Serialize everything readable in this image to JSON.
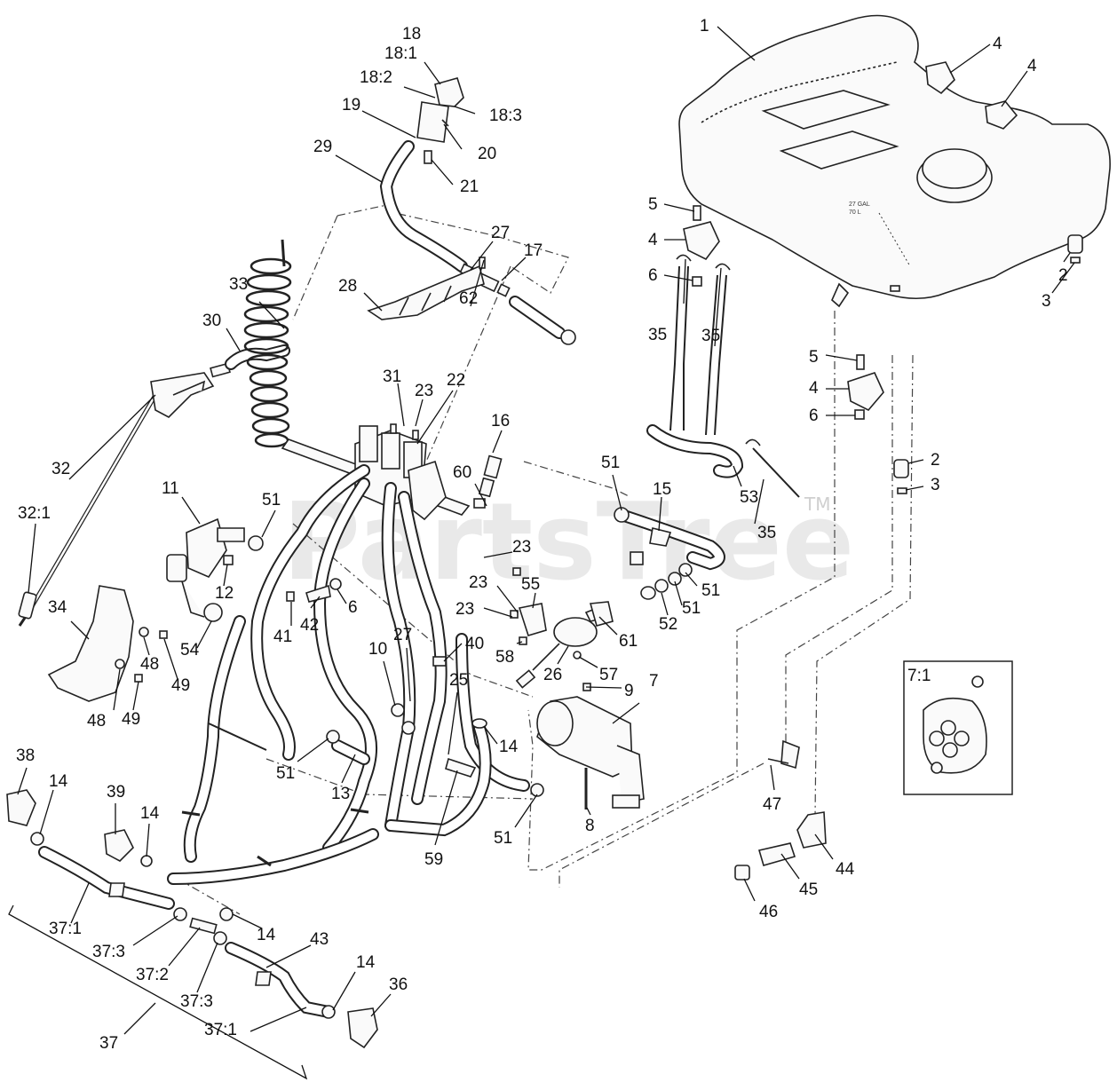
{
  "watermark": {
    "text": "PartsTree",
    "tm": "TM"
  },
  "tank_markings": {
    "volume": "27 GAL",
    "liters": "70 L"
  },
  "inset": {
    "label": "7:1"
  },
  "callouts": {
    "c1": "1",
    "c4a": "4",
    "c4b": "4",
    "c4c": "4",
    "c4d": "4",
    "c5a": "5",
    "c5b": "5",
    "c6a": "6",
    "c6b": "6",
    "c6c": "6",
    "c2a": "2",
    "c3a": "3",
    "c2b": "2",
    "c3b": "3",
    "c18": "18",
    "c18_1": "18:1",
    "c18_2": "18:2",
    "c18_3": "18:3",
    "c19": "19",
    "c20": "20",
    "c21": "21",
    "c29": "29",
    "c27a": "27",
    "c17": "17",
    "c28": "28",
    "c62": "62",
    "c33": "33",
    "c30": "30",
    "c31": "31",
    "c23a": "23",
    "c22": "22",
    "c16": "16",
    "c60": "60",
    "c35a": "35",
    "c35b": "35",
    "c35c": "35",
    "c53": "53",
    "c51a": "51",
    "c15": "15",
    "c51b": "51",
    "c51c": "51",
    "c51d": "51",
    "c51e": "51",
    "c51f": "51",
    "c52": "52",
    "c32": "32",
    "c32_1": "32:1",
    "c11": "11",
    "c12": "12",
    "c54": "54",
    "c34": "34",
    "c48a": "48",
    "c49a": "49",
    "c48b": "48",
    "c49b": "49",
    "c41": "41",
    "c42": "42",
    "c23b": "23",
    "c23c": "23",
    "c23d": "23",
    "c55": "55",
    "c58": "58",
    "c26": "26",
    "c57": "57",
    "c61": "61",
    "c10": "10",
    "c27b": "27",
    "c40": "40",
    "c9": "9",
    "c7": "7",
    "c25": "25",
    "c14a": "14",
    "c8": "8",
    "c13": "13",
    "c59": "59",
    "c47": "47",
    "c44": "44",
    "c45": "45",
    "c46": "46",
    "c38": "38",
    "c14b": "14",
    "c39": "39",
    "c14c": "14",
    "c37_1a": "37:1",
    "c37_3a": "37:3",
    "c14d": "14",
    "c43": "43",
    "c37_2": "37:2",
    "c37_3b": "37:3",
    "c14e": "14",
    "c36": "36",
    "c37_1b": "37:1",
    "c37": "37"
  }
}
